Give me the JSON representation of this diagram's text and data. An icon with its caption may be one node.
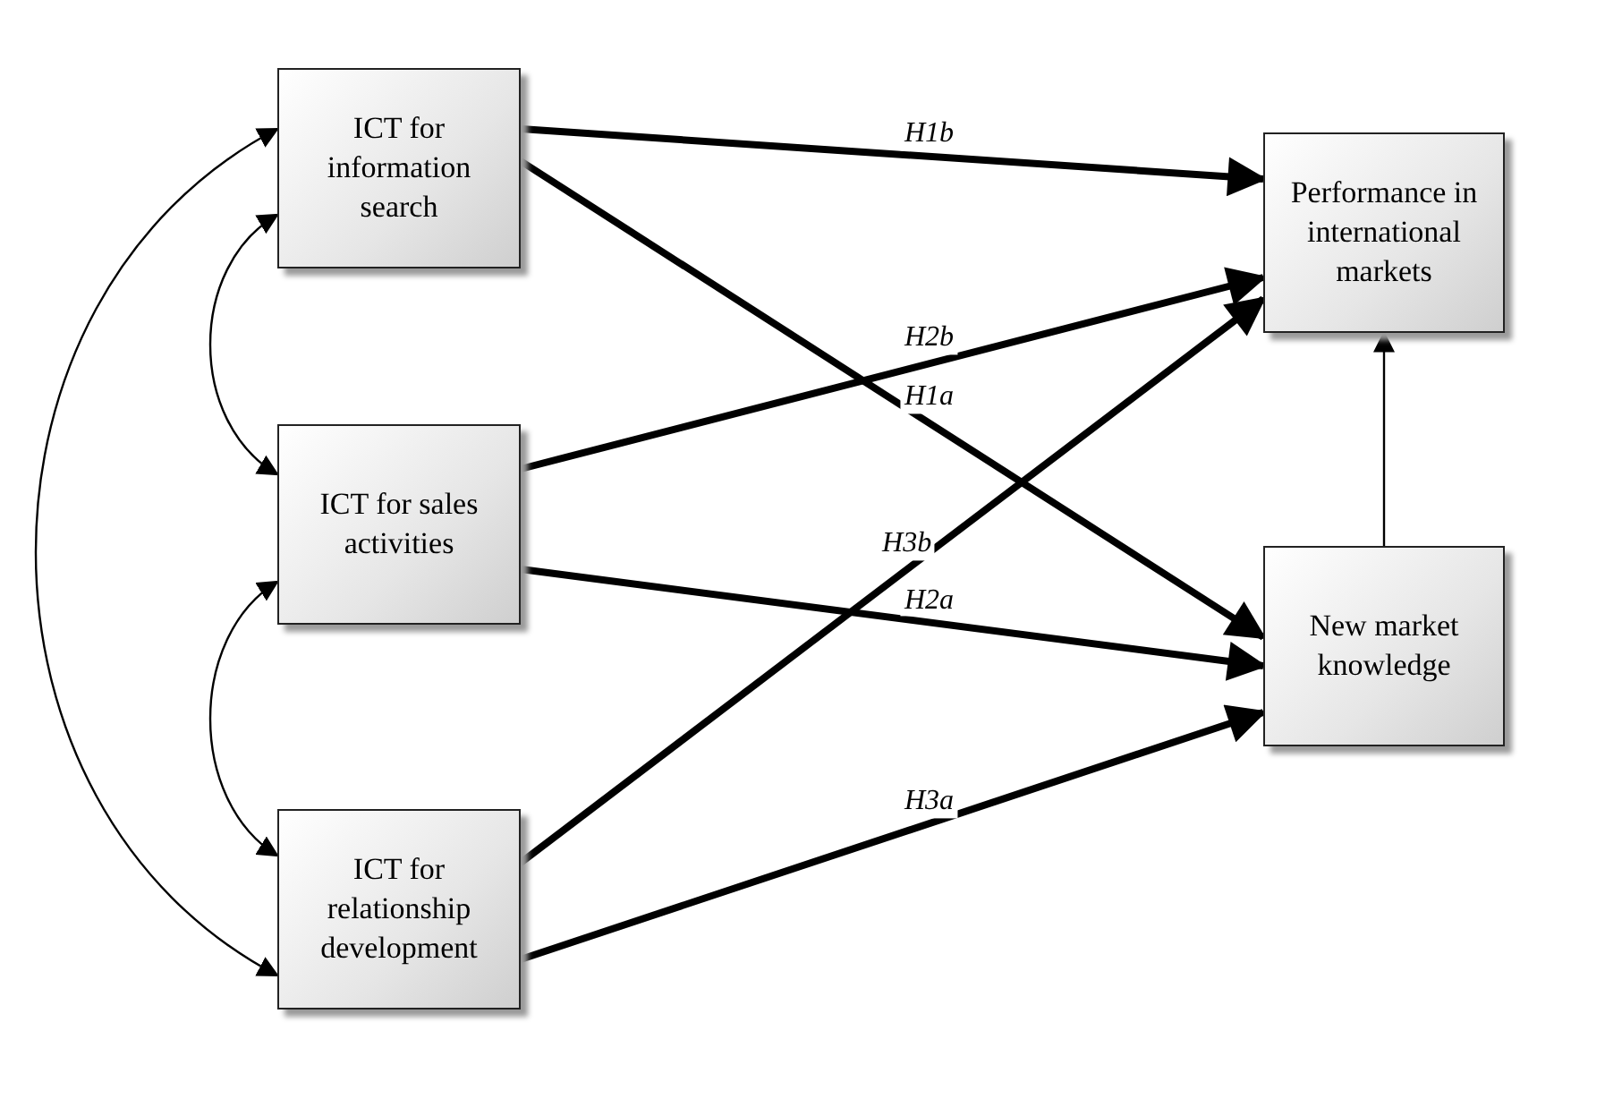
{
  "diagram": {
    "nodes": [
      {
        "text": [
          "ICT for information search"
        ]
      },
      {
        "text": [
          "ICT for sales activities"
        ]
      },
      {
        "text": [
          "ICT for relationship development"
        ]
      },
      {
        "text": [
          "Performance in international markets"
        ]
      },
      {
        "text": [
          "New market knowledge"
        ]
      }
    ],
    "edges": [
      {
        "from": 0,
        "to": 3,
        "arrow": "to",
        "label": "H1b"
      },
      {
        "from": 0,
        "to": 4,
        "arrow": "to",
        "label": "H1a"
      },
      {
        "from": 1,
        "to": 3,
        "arrow": "to",
        "label": "H2b"
      },
      {
        "from": 1,
        "to": 4,
        "arrow": "to",
        "label": "H2a"
      },
      {
        "from": 2,
        "to": 3,
        "arrow": "to",
        "label": "H3b"
      },
      {
        "from": 2,
        "to": 4,
        "arrow": "to",
        "label": "H3a"
      },
      {
        "from": 4,
        "to": 3,
        "arrow": "to"
      },
      {
        "from": 0,
        "to": 1,
        "arrow": "both"
      },
      {
        "from": 1,
        "to": 2,
        "arrow": "both"
      },
      {
        "from": 0,
        "to": 2,
        "arrow": "both"
      }
    ]
  }
}
